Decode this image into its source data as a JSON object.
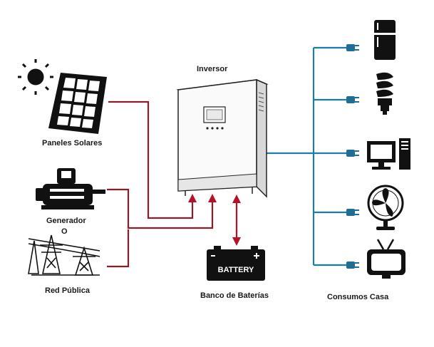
{
  "labels": {
    "inverter": "Inversor",
    "solar": "Paneles Solares",
    "generator": "Generador",
    "or": "O",
    "grid": "Red Pública",
    "battery_bank": "Banco de Baterías",
    "battery_text": "BATTERY",
    "loads": "Consumos Casa"
  },
  "icons": [
    "sun-icon",
    "solar-panel-icon",
    "generator-icon",
    "power-grid-icon",
    "inverter-icon",
    "battery-icon",
    "refrigerator-icon",
    "light-bulb-icon",
    "computer-icon",
    "fan-icon",
    "tv-icon"
  ],
  "colors": {
    "input_line": "#8b1c2c",
    "output_line": "#1f7aa8",
    "battery_line": "#b5122a",
    "icon": "#111111"
  }
}
